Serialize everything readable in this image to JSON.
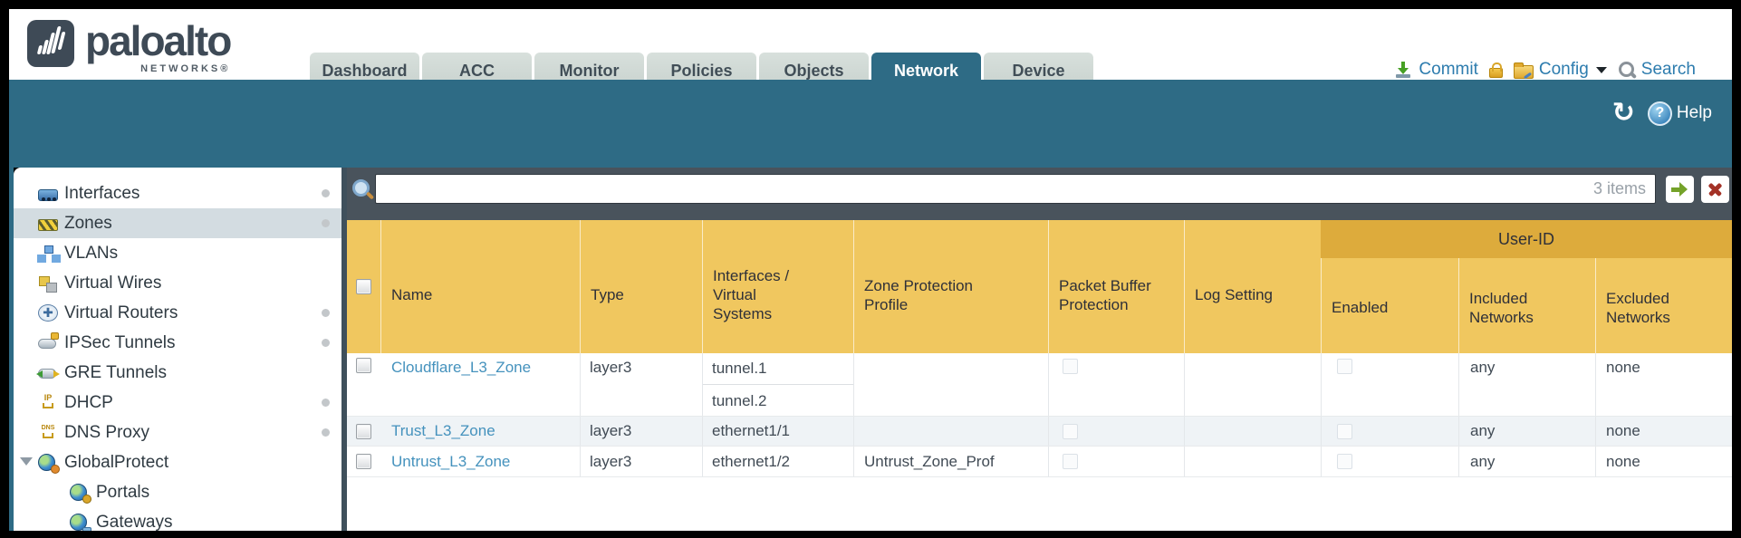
{
  "brand": {
    "name": "paloalto",
    "sub": "NETWORKS®"
  },
  "tabs": [
    {
      "label": "Dashboard"
    },
    {
      "label": "ACC"
    },
    {
      "label": "Monitor"
    },
    {
      "label": "Policies"
    },
    {
      "label": "Objects"
    },
    {
      "label": "Network"
    },
    {
      "label": "Device"
    }
  ],
  "utilities": {
    "commit": "Commit",
    "config": "Config",
    "search": "Search"
  },
  "banner": {
    "help": "Help"
  },
  "sidebar": {
    "items": [
      {
        "label": "Interfaces"
      },
      {
        "label": "Zones"
      },
      {
        "label": "VLANs"
      },
      {
        "label": "Virtual Wires"
      },
      {
        "label": "Virtual Routers"
      },
      {
        "label": "IPSec Tunnels"
      },
      {
        "label": "GRE Tunnels"
      },
      {
        "label": "DHCP"
      },
      {
        "label": "DNS Proxy"
      },
      {
        "label": "GlobalProtect"
      },
      {
        "label": "Portals"
      },
      {
        "label": "Gateways"
      }
    ]
  },
  "toolbar": {
    "items_count": "3 items"
  },
  "table": {
    "columns": {
      "name": "Name",
      "type": "Type",
      "interfaces": "Interfaces / Virtual Systems",
      "zone_protection": "Zone Protection Profile",
      "packet_buffer": "Packet Buffer Protection",
      "log_setting": "Log Setting",
      "user_id": "User-ID",
      "enabled": "Enabled",
      "included": "Included Networks",
      "excluded": "Excluded Networks"
    },
    "rows": [
      {
        "name": "Cloudflare_L3_Zone",
        "type": "layer3",
        "interfaces": [
          "tunnel.1",
          "tunnel.2"
        ],
        "zone_protection_profile": "",
        "log_setting": "",
        "included_networks": "any",
        "excluded_networks": "none"
      },
      {
        "name": "Trust_L3_Zone",
        "type": "layer3",
        "interfaces": [
          "ethernet1/1"
        ],
        "zone_protection_profile": "",
        "log_setting": "",
        "included_networks": "any",
        "excluded_networks": "none"
      },
      {
        "name": "Untrust_L3_Zone",
        "type": "layer3",
        "interfaces": [
          "ethernet1/2"
        ],
        "zone_protection_profile": "Untrust_Zone_Prof",
        "log_setting": "",
        "included_networks": "any",
        "excluded_networks": "none"
      }
    ]
  },
  "colors": {
    "accent_teal": "#2e6b85",
    "header_gold": "#f0c75f",
    "group_gold": "#ddab3c",
    "link_blue": "#4592bd"
  }
}
